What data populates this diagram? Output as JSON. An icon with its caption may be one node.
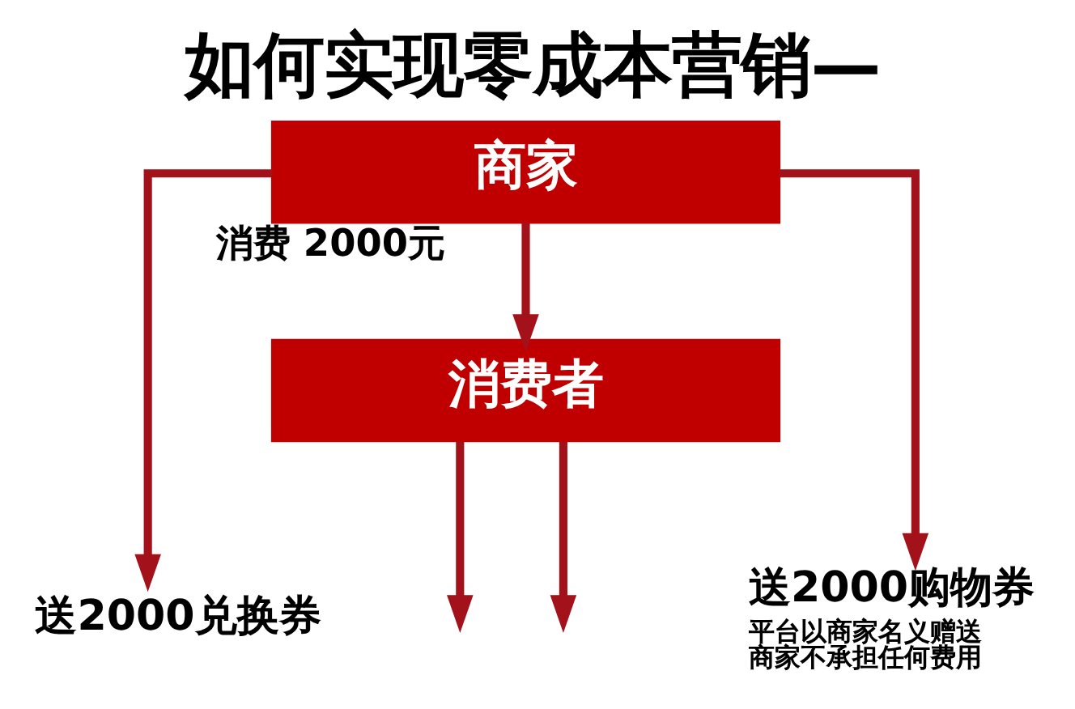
{
  "diagram": {
    "title": "如何实现零成本营销—",
    "nodes": [
      {
        "text": [
          "商家"
        ]
      },
      {
        "text": [
          "消费者"
        ]
      },
      {
        "text": [
          "送2000兑换券"
        ]
      },
      {
        "text": [
          "送2000购物券"
        ],
        "beside": [
          "平台以商家名义赠送商家不承担任何费用"
        ]
      }
    ],
    "edges": [
      {
        "from": 0,
        "to": 1,
        "arrow": "to",
        "label": "消费 2000元"
      },
      {
        "from": 0,
        "to": 2,
        "arrow": "to"
      },
      {
        "from": 0,
        "to": 3,
        "arrow": "to"
      },
      {
        "from": 1,
        "to": null,
        "arrow": "to"
      },
      {
        "from": 1,
        "to": null,
        "arrow": "to"
      }
    ]
  }
}
